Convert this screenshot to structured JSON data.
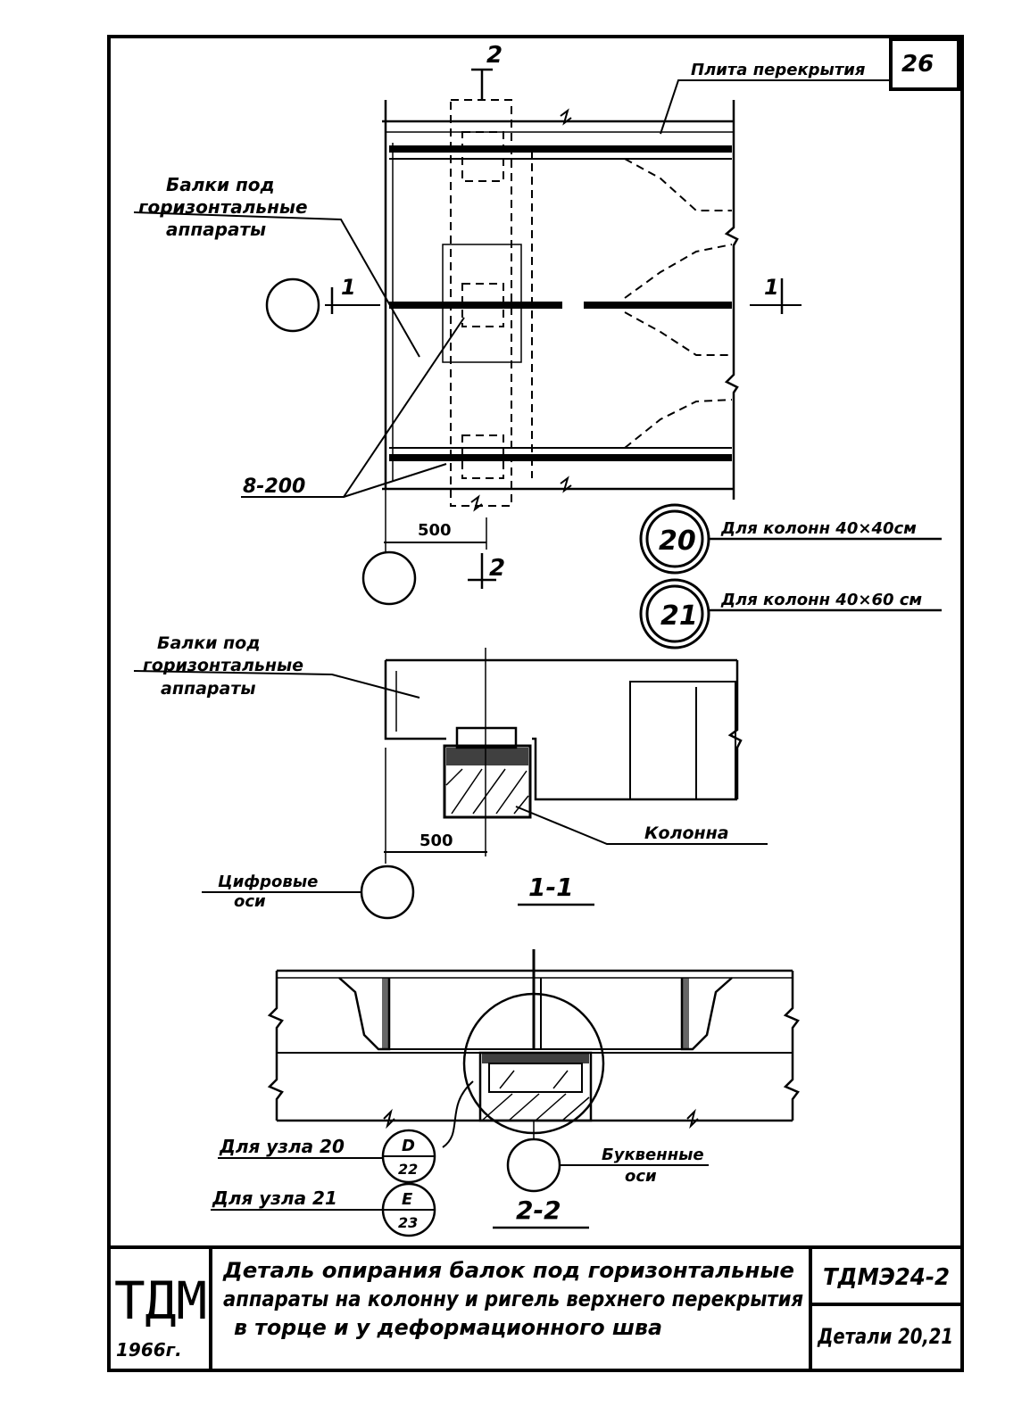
{
  "sheet": {
    "sheet_number": "26"
  },
  "plan": {
    "label_slab": "Плита перекрытия",
    "label_beams": [
      "Балки под",
      "горизонтальные",
      "аппараты"
    ],
    "label_spacing": "8-200",
    "dim_500": "500",
    "section_1_mark": "1",
    "section_2_mark": "2"
  },
  "nodes": {
    "node20_number": "20",
    "node20_note": "Для колонн 40×40см",
    "node21_number": "21",
    "node21_note": "Для колонн 40×60 см"
  },
  "section_1_1": {
    "label_beams": [
      "Балки под",
      "горизонтальные",
      "аппараты"
    ],
    "label_column": "Колонна",
    "label_digital_axes": [
      "Цифровые",
      "оси"
    ],
    "dim_500": "500",
    "title": "1-1"
  },
  "section_2_2": {
    "label_node20": "Для узла 20",
    "bubble20_top": "D",
    "bubble20_bottom": "22",
    "label_node21": "Для узла 21",
    "bubble21_top": "E",
    "bubble21_bottom": "23",
    "label_letter_axes": [
      "Буквенные",
      "оси"
    ],
    "title": "2-2"
  },
  "title_block": {
    "logo": "ТДМ",
    "year": "1966г.",
    "description_lines": [
      "Деталь опирания балок под горизонтальные",
      "аппараты на колонну и ригель верхнего перекрытия",
      "в торце и у деформационного шва"
    ],
    "code": "ТДМЭ24-2",
    "details": "Детали 20,21"
  }
}
